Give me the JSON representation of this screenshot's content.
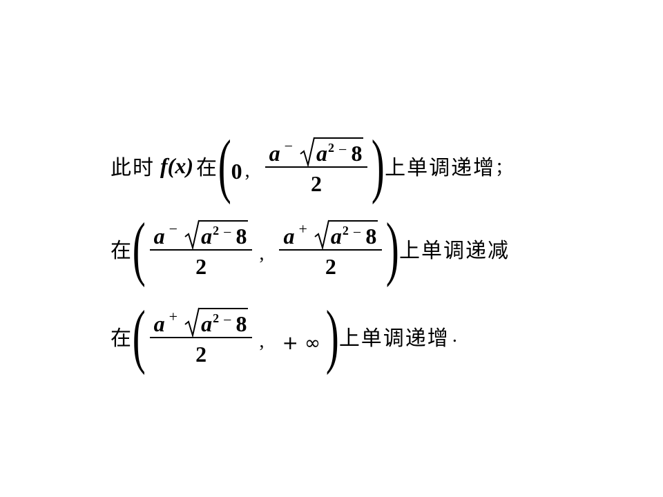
{
  "lines": [
    {
      "prefix_cjk": "此时",
      "func": "f(x)",
      "mid_cjk": "在",
      "interval_left": "0",
      "comma": ",",
      "right_num_a": "a",
      "right_num_op": "−",
      "radicand_base": "a",
      "radicand_exp": "2",
      "radicand_op": "−",
      "radicand_const": "8",
      "denominator": "2",
      "suffix_cjk": "上单调递增",
      "end_punct": "；"
    },
    {
      "prefix_cjk": "在",
      "left_num_a": "a",
      "left_num_op": "−",
      "left_radicand_base": "a",
      "left_radicand_exp": "2",
      "left_radicand_op": "−",
      "left_radicand_const": "8",
      "left_denominator": "2",
      "comma": ",",
      "right_num_a": "a",
      "right_num_op": "+",
      "right_radicand_base": "a",
      "right_radicand_exp": "2",
      "right_radicand_op": "−",
      "right_radicand_const": "8",
      "right_denominator": "2",
      "suffix_cjk": "上单调递减"
    },
    {
      "prefix_cjk": "在",
      "left_num_a": "a",
      "left_num_op": "+",
      "left_radicand_base": "a",
      "left_radicand_exp": "2",
      "left_radicand_op": "−",
      "left_radicand_const": "8",
      "left_denominator": "2",
      "comma": ",",
      "interval_right": "+ ∞",
      "suffix_cjk": "上单调递增",
      "end_punct": "."
    }
  ]
}
